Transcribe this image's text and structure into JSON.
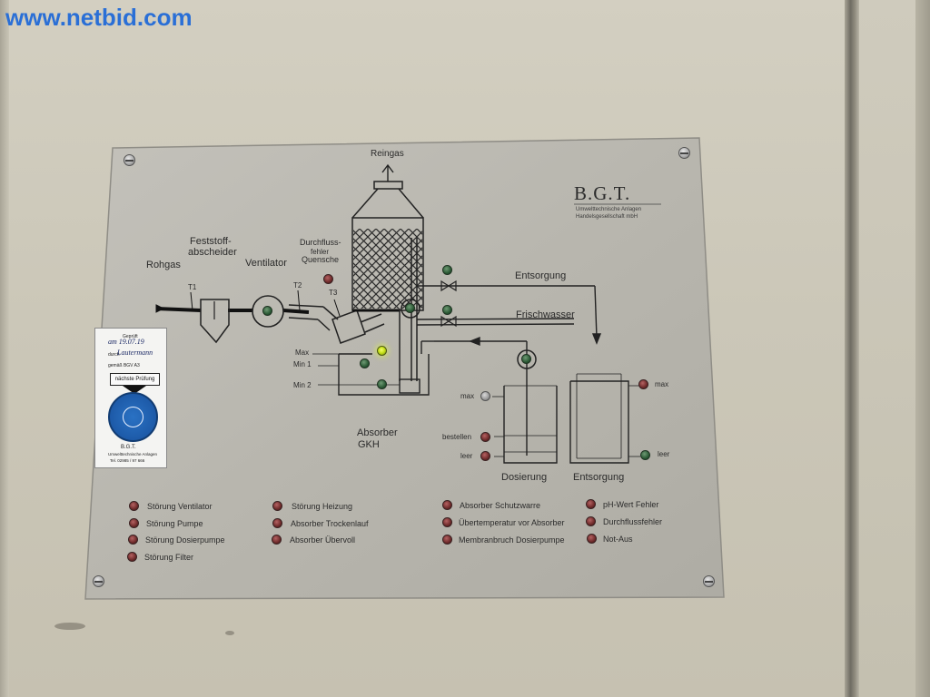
{
  "watermark": "www.netbid.com",
  "logo": {
    "name": "B.G.T.",
    "line1": "Umwelttechnische Anlagen",
    "line2": "Handelsgesellschaft mbH"
  },
  "diagram": {
    "reingas": "Reingas",
    "feststoff_line1": "Feststoff-",
    "feststoff_line2": "abscheider",
    "rohgas": "Rohgas",
    "ventilator": "Ventilator",
    "durchfluss_line1": "Durchfluss-",
    "durchfluss_line2": "fehler",
    "durchfluss_line3": "Quensche",
    "t1": "T1",
    "t2": "T2",
    "t3": "T3",
    "entsorgung_top": "Entsorgung",
    "frischwasser": "Frischwasser",
    "max": "Max",
    "min1": "Min 1",
    "min2": "Min 2",
    "absorber_line1": "Absorber",
    "absorber_line2": "GKH",
    "dos_max": "max",
    "bestellen": "bestellen",
    "dos_leer": "leer",
    "dosierung": "Dosierung",
    "ent_max": "max",
    "ent_leer": "leer",
    "entsorgung_bottom": "Entsorgung"
  },
  "faults": {
    "col1": [
      "Störung Ventilator",
      "Störung Pumpe",
      "Störung Dosierpumpe",
      "Störung Filter"
    ],
    "col2": [
      "Störung Heizung",
      "Absorber Trockenlauf",
      "Absorber Übervoll"
    ],
    "col3": [
      "Absorber Schutzwarre",
      "Übertemperatur vor Absorber",
      "Membranbruch Dosierpumpe"
    ],
    "col4": [
      "pH-Wert Fehler",
      "Durchflussfehler",
      "Not-Aus"
    ]
  },
  "sticker": {
    "line1": "Geprüft",
    "date": "am 19.07.19",
    "by_label": "durch",
    "by_value": "Lautermann",
    "norm": "gemäß BGV A3",
    "next": "nächste Prüfung",
    "company": "B.G.T.",
    "foot1": "Umwelttechnische Anlagen",
    "foot2": "Tel. 02985 / 97 666"
  },
  "colors": {
    "plate": "#b9b7b0",
    "led_red": "#6e2a2a",
    "led_green": "#2b5a35",
    "led_yellow": "#d4ec2a",
    "seal_blue": "#1d5aa8",
    "watermark": "#2a6fd6"
  }
}
